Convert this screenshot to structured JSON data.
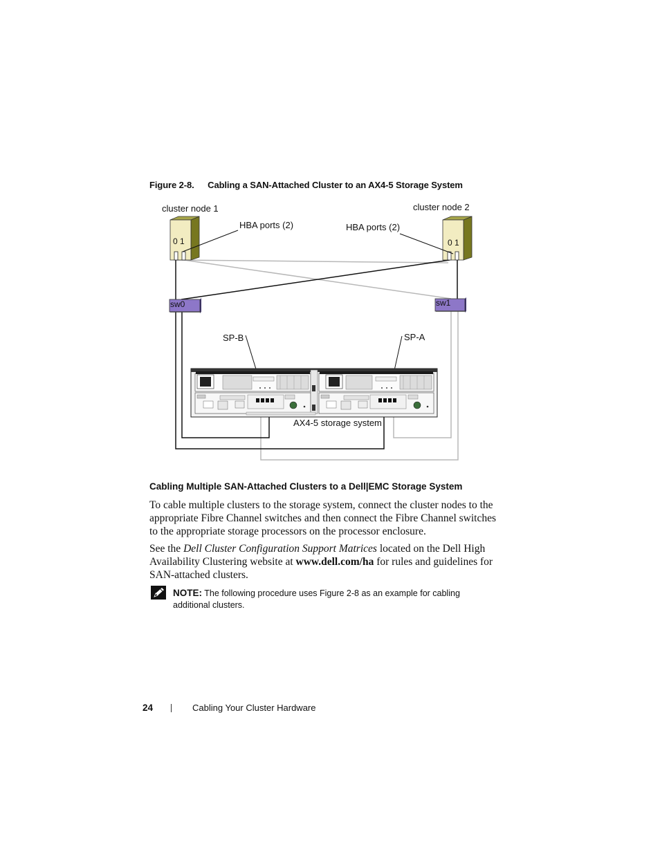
{
  "figure": {
    "number": "Figure 2-8.",
    "title": "Cabling a SAN-Attached Cluster to an AX4-5 Storage System"
  },
  "diagram": {
    "node1_label": "cluster node 1",
    "node2_label": "cluster node 2",
    "hba1_label": "HBA ports (2)",
    "hba2_label": "HBA ports (2)",
    "node_ports": "0 1",
    "switch0": "sw0",
    "switch1": "sw1",
    "spb_label": "SP-B",
    "spa_label": "SP-A",
    "storage_label": "AX4-5 storage system",
    "colors": {
      "server_face": "#f2ecc1",
      "server_side": "#77771f",
      "switch_face": "#8d77c8",
      "cable_dark": "#111111",
      "cable_light": "#b8b8b8"
    }
  },
  "section": {
    "heading": "Cabling Multiple SAN-Attached Clusters to a Dell|EMC Storage System",
    "para1": "To cable multiple clusters to the storage system, connect the cluster nodes to the appropriate Fibre Channel switches and then connect the Fibre Channel switches to the appropriate storage processors on the processor enclosure.",
    "para2_a": "See the ",
    "para2_italic": "Dell Cluster Configuration Support Matrices",
    "para2_b": " located on the Dell High Availability Clustering website at ",
    "para2_link": "www.dell.com/ha",
    "para2_c": " for rules and guidelines for SAN-attached clusters.",
    "note_label": "NOTE:",
    "note_text": " The following procedure uses Figure 2-8 as an example for cabling additional clusters."
  },
  "footer": {
    "page_number": "24",
    "chapter": "Cabling Your Cluster Hardware"
  }
}
